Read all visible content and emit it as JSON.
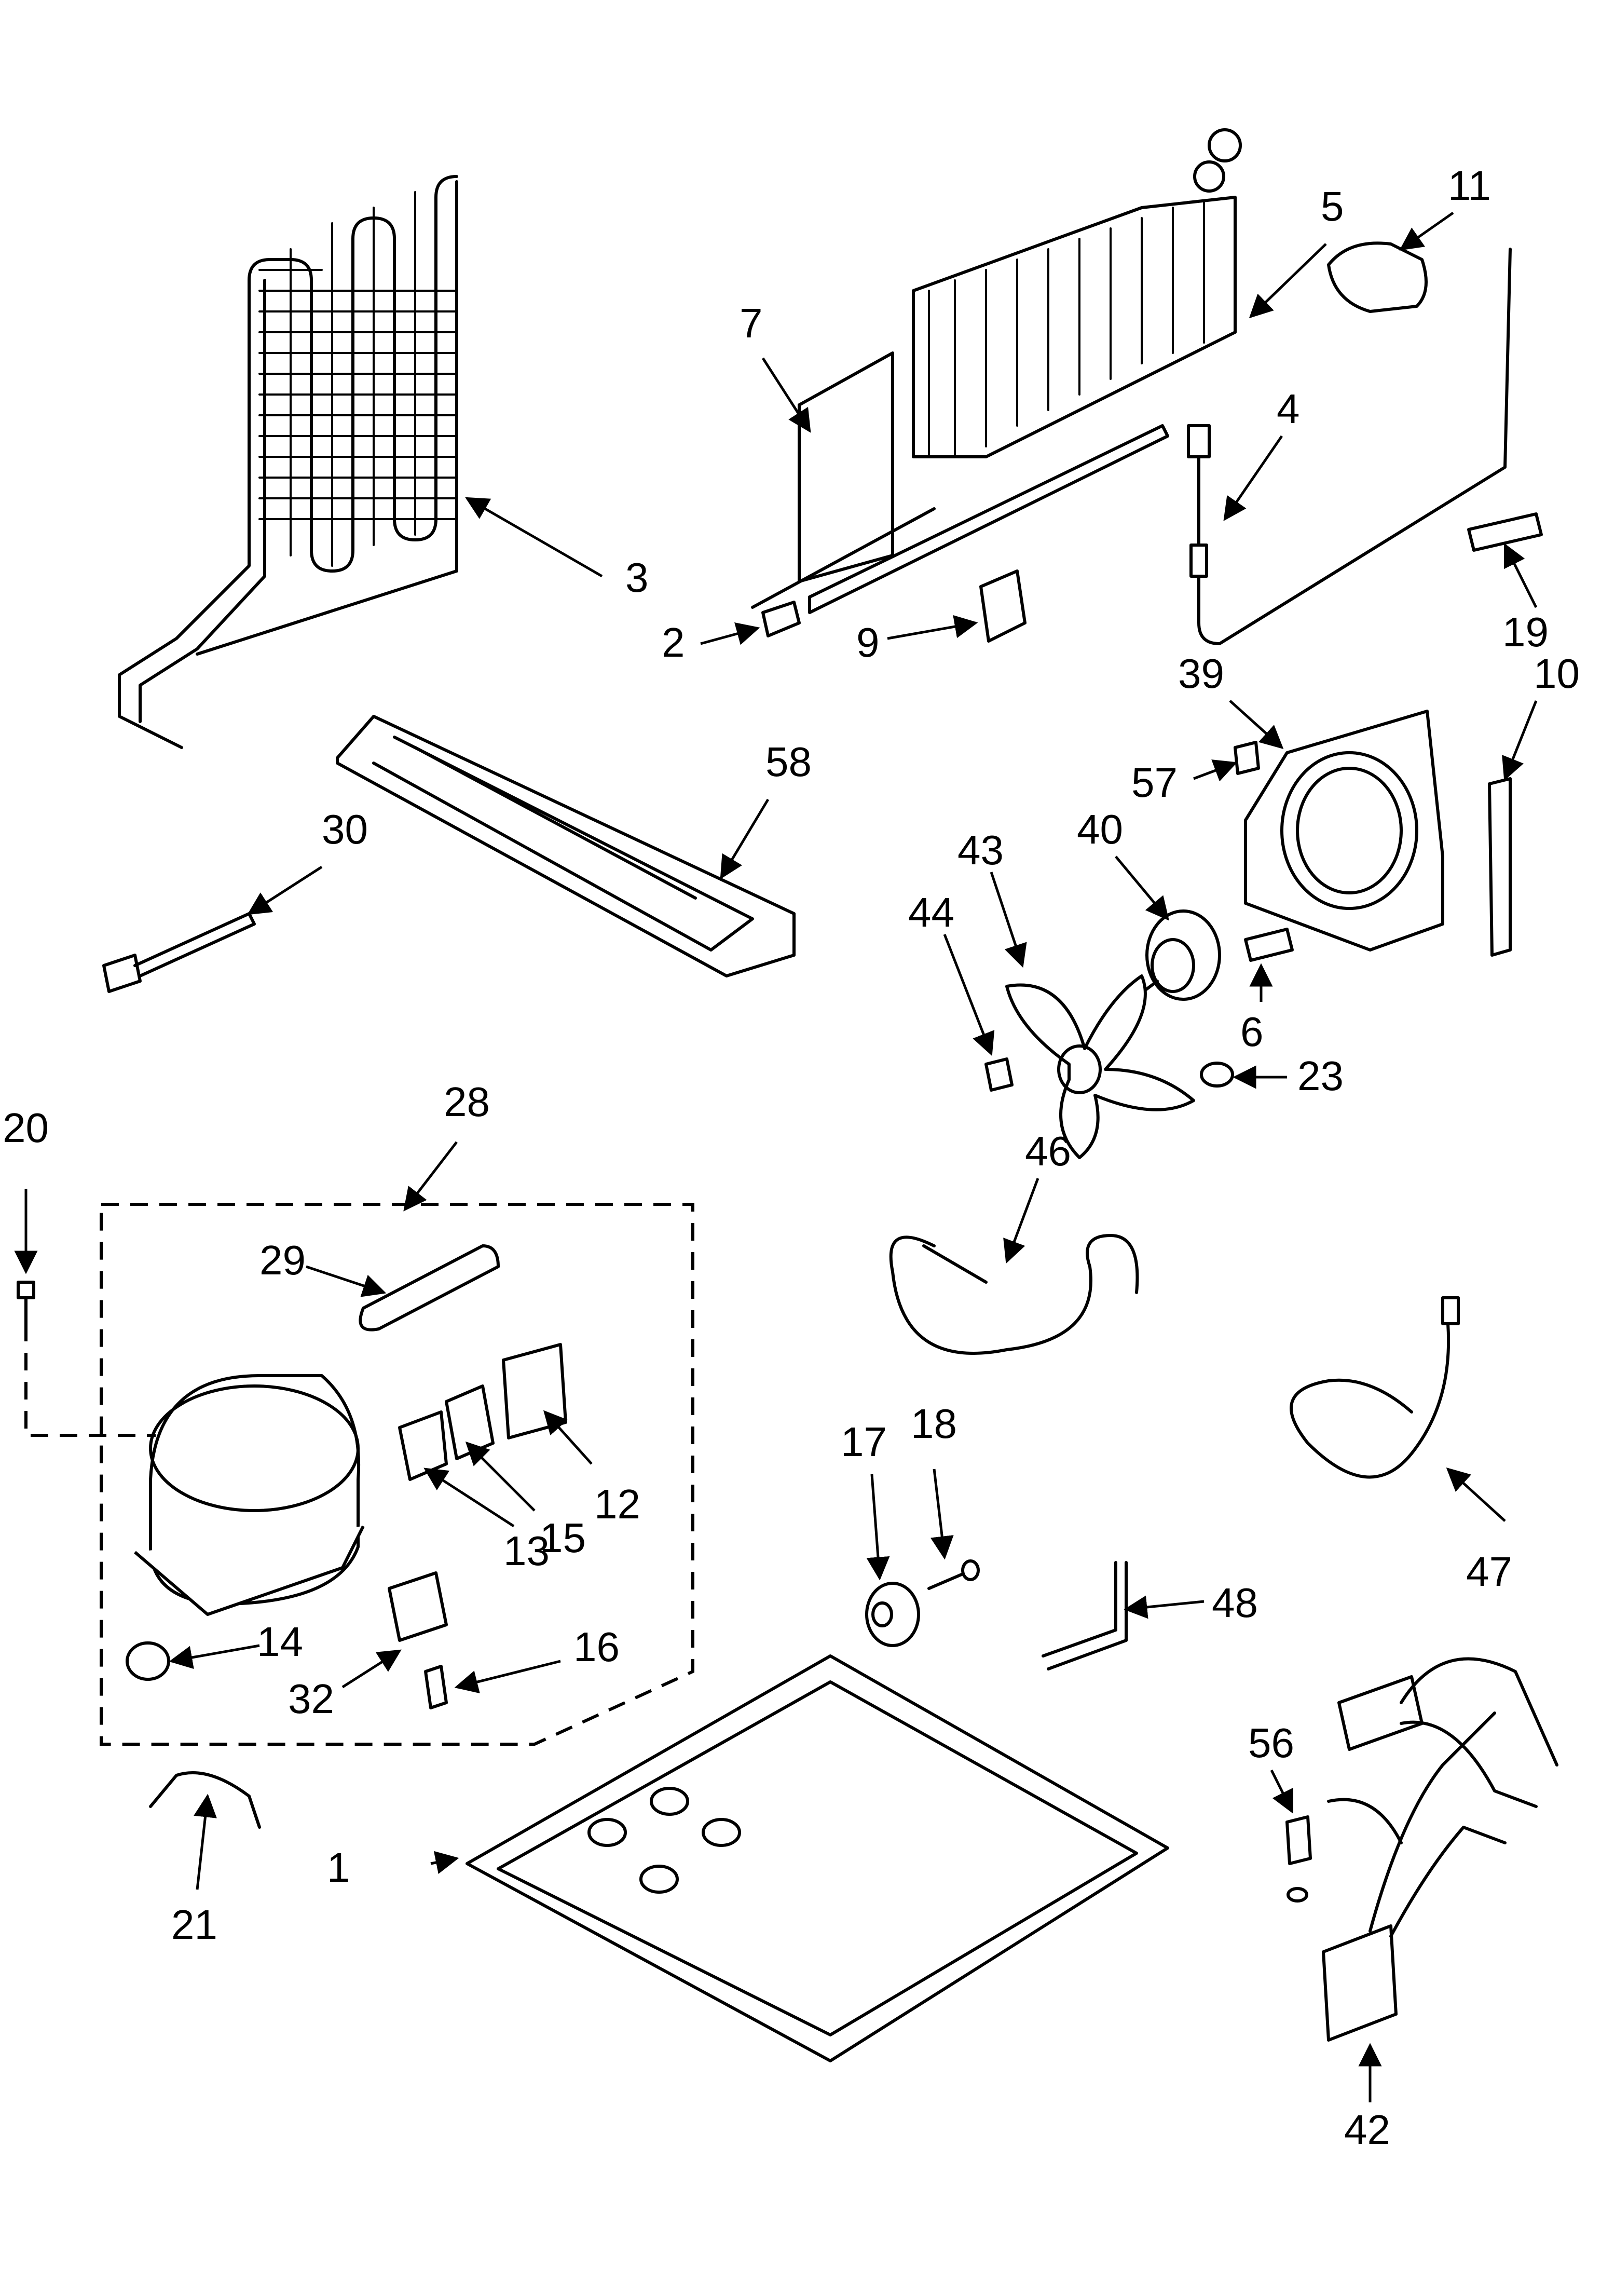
{
  "callouts": {
    "c1": "1",
    "c2": "2",
    "c3": "3",
    "c4": "4",
    "c5": "5",
    "c6": "6",
    "c7": "7",
    "c9": "9",
    "c10": "10",
    "c11": "11",
    "c12": "12",
    "c13": "13",
    "c14": "14",
    "c15": "15",
    "c16": "16",
    "c17": "17",
    "c18": "18",
    "c19": "19",
    "c20": "20",
    "c21": "21",
    "c23": "23",
    "c28": "28",
    "c29": "29",
    "c30": "30",
    "c32": "32",
    "c39": "39",
    "c40": "40",
    "c42": "42",
    "c43": "43",
    "c44": "44",
    "c46": "46",
    "c47": "47",
    "c48": "48",
    "c56": "56",
    "c57": "57",
    "c58": "58"
  },
  "colors": {
    "ink": "#000000",
    "paper": "#ffffff"
  }
}
